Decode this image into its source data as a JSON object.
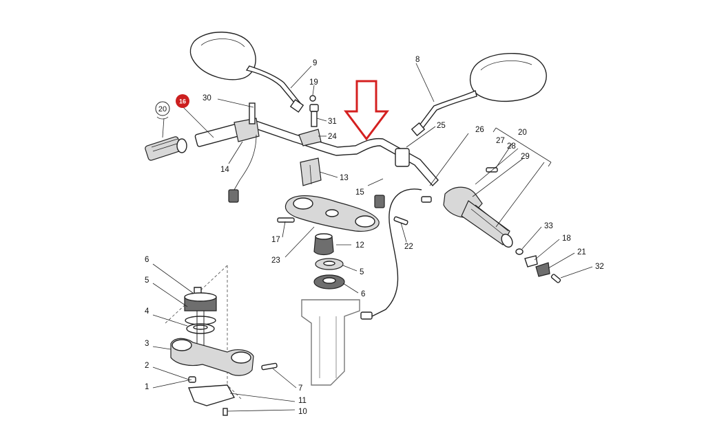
{
  "diagram": {
    "callouts": {
      "c1": "1",
      "c2": "2",
      "c3": "3",
      "c4": "4",
      "c5a": "5",
      "c5b": "5",
      "c6a": "6",
      "c6b": "6",
      "c7": "7",
      "c8": "8",
      "c9": "9",
      "c10": "10",
      "c11": "11",
      "c12": "12",
      "c13": "13",
      "c14": "14",
      "c15": "15",
      "c17": "17",
      "c18": "18",
      "c19": "19",
      "c20": "20",
      "c21": "21",
      "c22": "22",
      "c23": "23",
      "c24": "24",
      "c25": "25",
      "c26": "26",
      "c27": "27",
      "c28": "28",
      "c29": "29",
      "c30": "30",
      "c31": "31",
      "c32": "32",
      "c33": "33"
    },
    "badge_red": {
      "label": "16",
      "color": "#cc1f1f"
    },
    "badge_outline": {
      "label": "20"
    },
    "highlight_arrow": {
      "color": "#d42020"
    }
  }
}
